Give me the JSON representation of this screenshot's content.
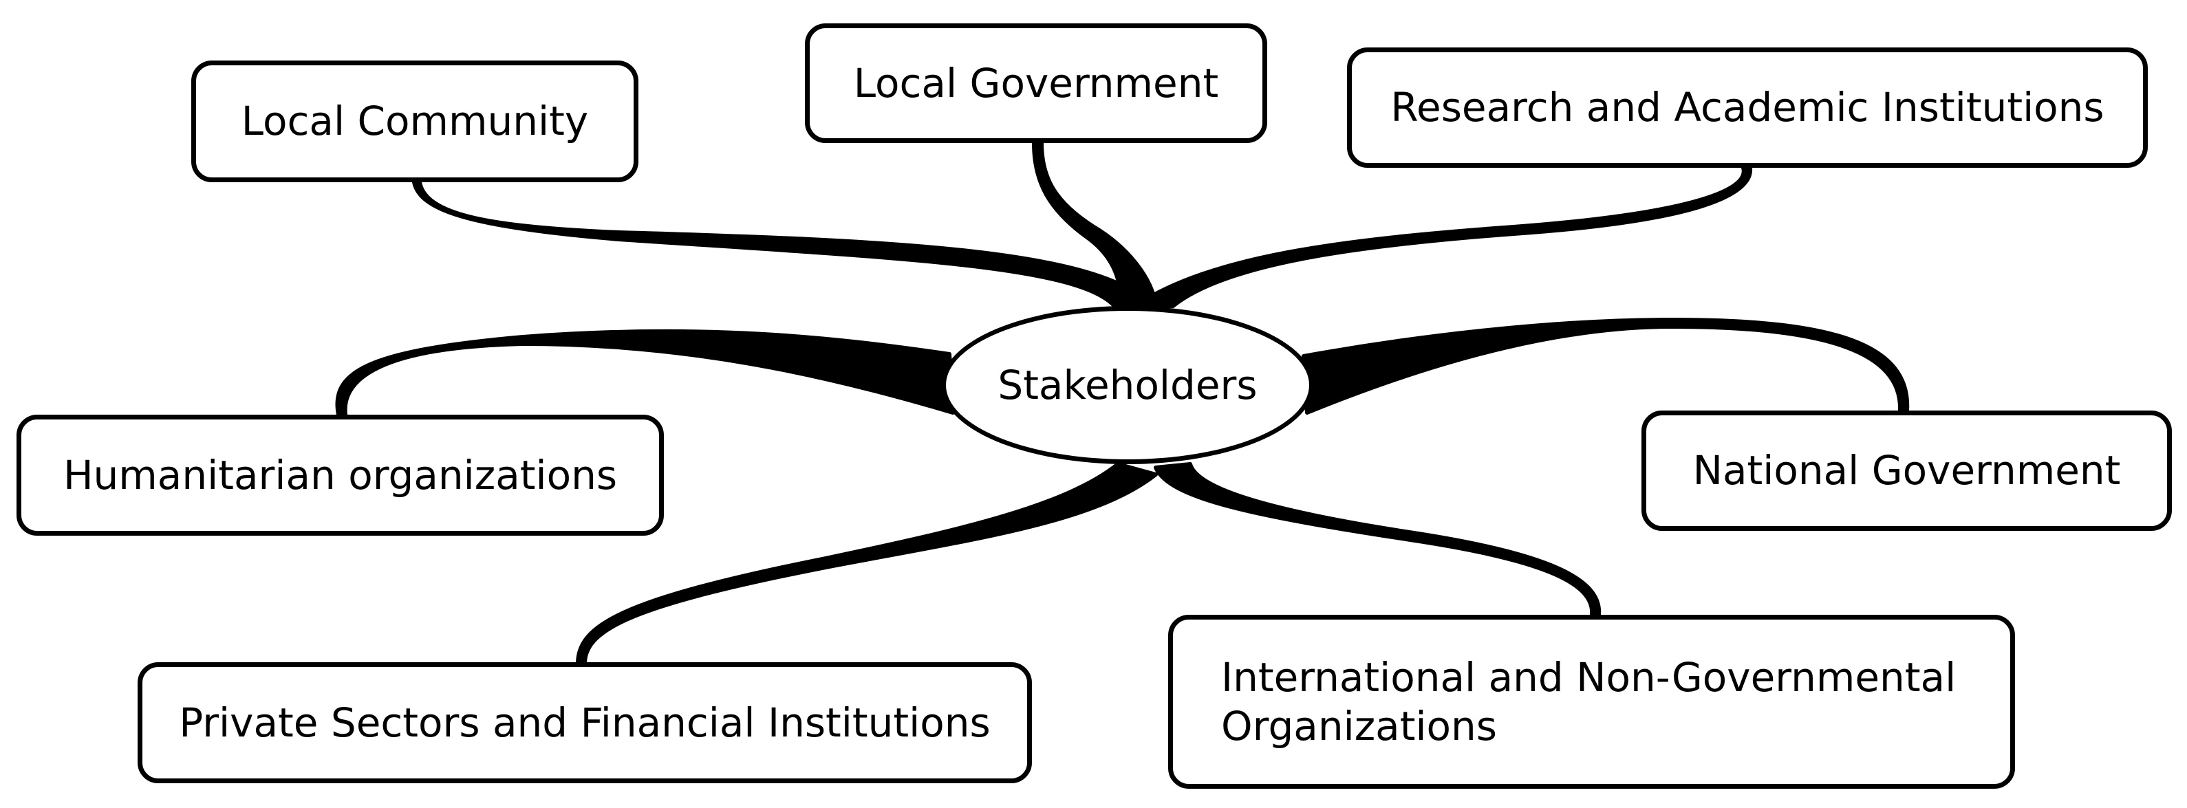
{
  "diagram": {
    "type": "mind-map",
    "line_color": "#000000",
    "center": {
      "label": "Stakeholders"
    },
    "branches": [
      {
        "id": "local-community",
        "label": "Local Community"
      },
      {
        "id": "local-government",
        "label": "Local Government"
      },
      {
        "id": "research",
        "label": "Research and Academic Institutions"
      },
      {
        "id": "humanitarian",
        "label": "Humanitarian organizations"
      },
      {
        "id": "national",
        "label": "National Government"
      },
      {
        "id": "private",
        "label": "Private Sectors and Financial Institutions"
      },
      {
        "id": "international",
        "label": "International and Non-Governmental Organizations"
      }
    ]
  }
}
